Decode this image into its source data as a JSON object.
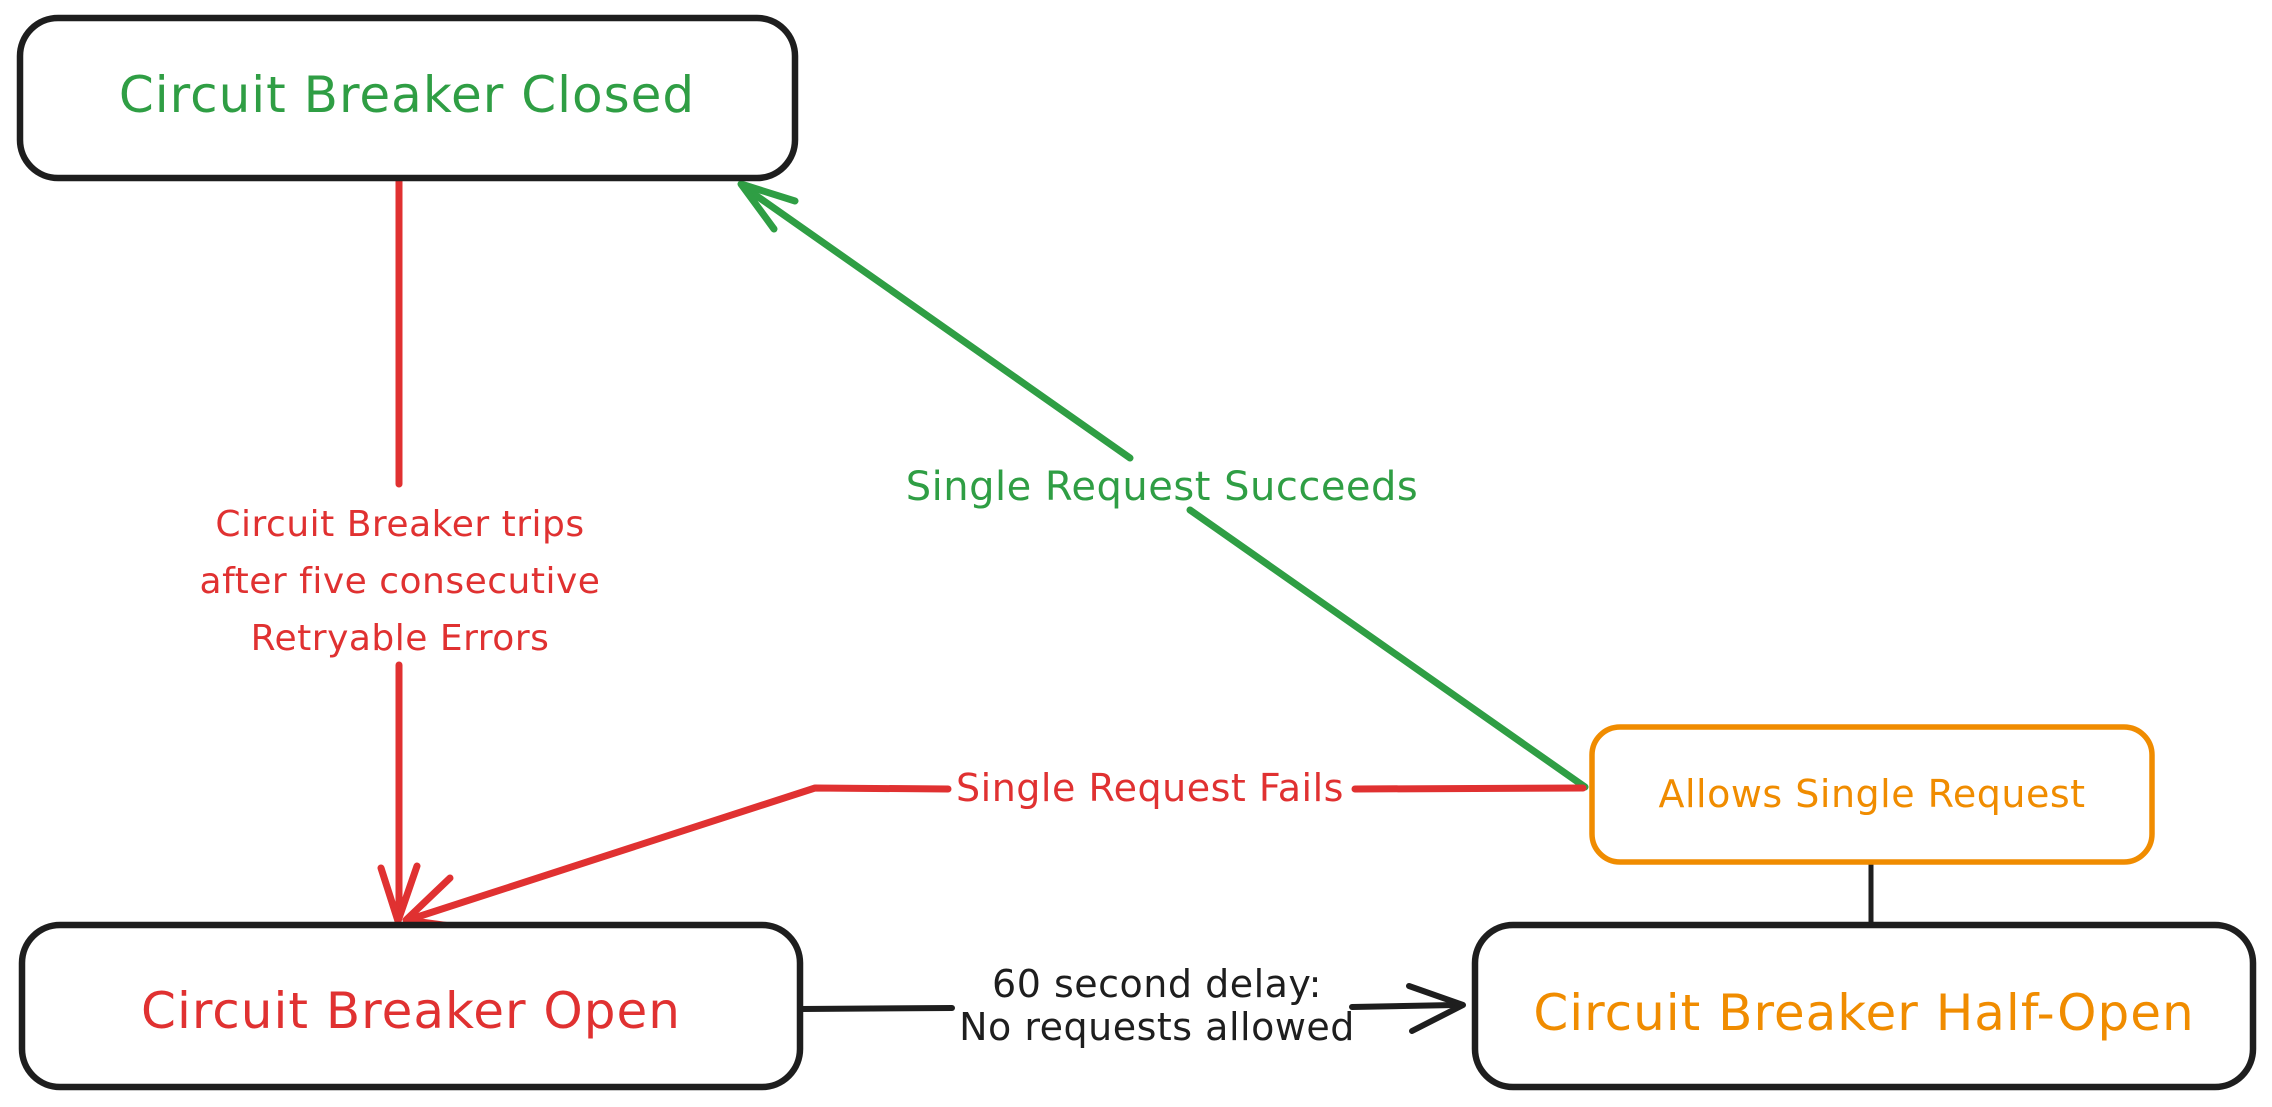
{
  "diagram": {
    "background_color": "#ffffff",
    "nodes": {
      "closed": {
        "label": "Circuit Breaker Closed",
        "text_color": "#2f9e44",
        "border_color": "#1e1e1e"
      },
      "open": {
        "label": "Circuit Breaker Open",
        "text_color": "#e03131",
        "border_color": "#1e1e1e"
      },
      "half_open": {
        "label": "Circuit Breaker Half-Open",
        "text_color": "#f08c00",
        "border_color": "#1e1e1e"
      },
      "allows_single_request": {
        "label": "Allows Single Request",
        "text_color": "#f08c00",
        "border_color": "#f08c00"
      }
    },
    "edges": {
      "trips": {
        "from": "closed",
        "to": "open",
        "color": "#e03131",
        "label_lines": [
          "Circuit Breaker trips",
          "after five consecutive",
          "Retryable Errors"
        ]
      },
      "single_request_succeeds": {
        "from": "allows_single_request",
        "to": "closed",
        "color": "#2f9e44",
        "label": "Single Request Succeeds"
      },
      "single_request_fails": {
        "from": "allows_single_request",
        "to": "open",
        "color": "#e03131",
        "label": "Single Request Fails"
      },
      "delay": {
        "from": "open",
        "to": "half_open",
        "color": "#1e1e1e",
        "label_lines": [
          "60 second delay:",
          "No requests allowed"
        ]
      },
      "half_open_connector": {
        "from": "allows_single_request",
        "to": "half_open",
        "color": "#1e1e1e"
      }
    }
  }
}
